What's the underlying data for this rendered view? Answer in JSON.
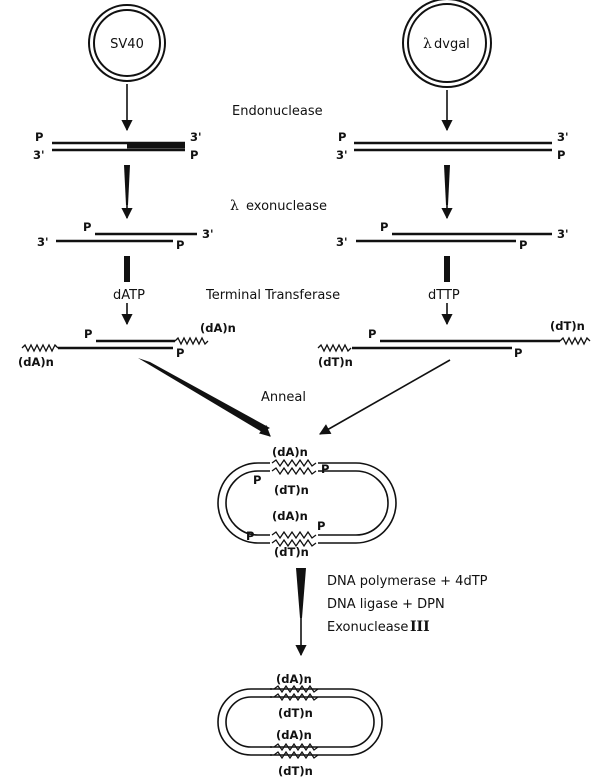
{
  "plasmids": {
    "left": "SV40",
    "right": "λ dvgal",
    "right_lambda": "λ",
    "right_rest": "dvgal"
  },
  "steps": {
    "endonuclease": "Endonuclease",
    "lambda_symbol": "λ",
    "exonuclease": "exonuclease",
    "terminal_transferase": "Terminal Transferase",
    "anneal": "Anneal",
    "final_1": "DNA polymerase + 4dTP",
    "final_2": "DNA ligase + DPN",
    "final_3_prefix": "Exonuclease",
    "final_3_numeral": "III"
  },
  "nucleotides": {
    "left": "dATP",
    "right": "dTTP"
  },
  "ends": {
    "phosphate": "P",
    "three_prime": "3'"
  },
  "tails": {
    "dA": "(dA)n",
    "dT": "(dT)n"
  }
}
